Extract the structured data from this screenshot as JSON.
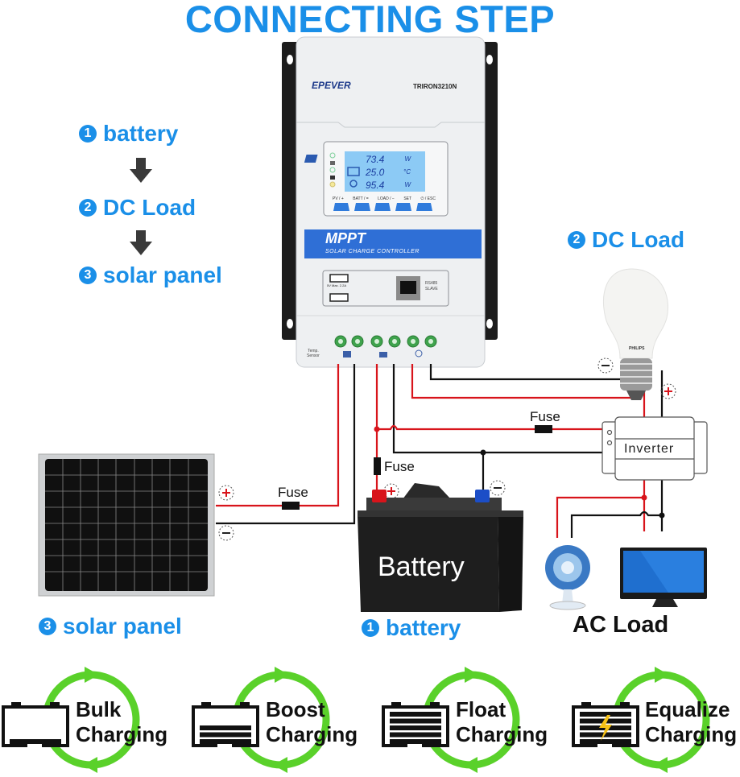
{
  "title": "CONNECTING STEP",
  "steps": [
    {
      "num": "1",
      "label": "battery"
    },
    {
      "num": "2",
      "label": "DC Load"
    },
    {
      "num": "3",
      "label": "solar panel"
    }
  ],
  "controller": {
    "brand": "EPEVER",
    "model": "TRIRON3210N",
    "lcd": [
      {
        "value": "73.4",
        "unit": "W"
      },
      {
        "value": "25.0",
        "unit": "°C"
      },
      {
        "value": "95.4",
        "unit": "W"
      }
    ],
    "buttons": [
      "PV / +",
      "BATT / =",
      "LOAD / −",
      "SET",
      "⏻ / ESC"
    ],
    "banner_title": "MPPT",
    "banner_subtitle": "SOLAR CHARGE CONTROLLER",
    "usb_label": "5V  Max. 2.2A",
    "rs485_label_1": "RS485",
    "rs485_label_2": "SLAVE",
    "temp_sensor_1": "Temp.",
    "temp_sensor_2": "Sensor"
  },
  "diagram": {
    "dc_load_label_num": "2",
    "dc_load_label": "DC Load",
    "bulb_brand": "PHILIPS",
    "fuse_label": "Fuse",
    "inverter_label": "Inverter",
    "battery_text": "Battery",
    "battery_label_num": "1",
    "battery_label": "battery",
    "solar_label_num": "3",
    "solar_label": "solar panel",
    "ac_load_label": "AC Load",
    "plus": "+",
    "minus": "−"
  },
  "charging_phases": [
    {
      "line1": "Bulk",
      "line2": "Charging",
      "fill_bars": 1,
      "lightning": false
    },
    {
      "line1": "Boost",
      "line2": "Charging",
      "fill_bars": 3,
      "lightning": false
    },
    {
      "line1": "Float",
      "line2": "Charging",
      "fill_bars": 5,
      "lightning": false
    },
    {
      "line1": "Equalize",
      "line2": "Charging",
      "fill_bars": 5,
      "lightning": true
    }
  ],
  "colors": {
    "accent_blue": "#1a8fe8",
    "wire_red": "#d8141b",
    "wire_black": "#111111",
    "cycle_green": "#5ad12a",
    "lcd_blue": "#8ccaf5",
    "button_blue": "#2f7bdc"
  }
}
